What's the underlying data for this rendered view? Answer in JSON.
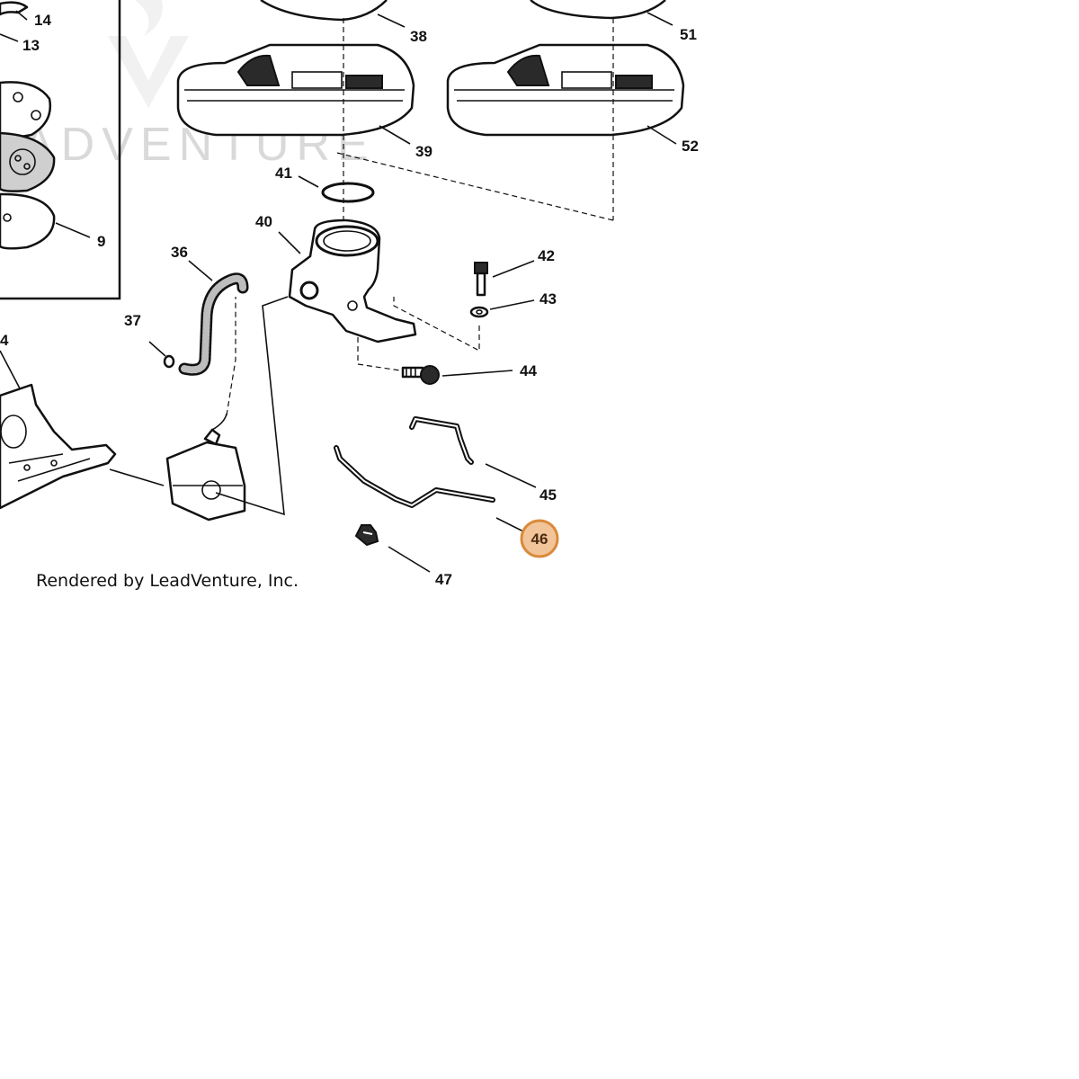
{
  "watermark": "ADVENTURE",
  "credit": "Rendered by LeadVenture, Inc.",
  "labels": {
    "p14": "14",
    "p13": "13",
    "p9": "9",
    "p4": "4",
    "p38": "38",
    "p51": "51",
    "p39": "39",
    "p52": "52",
    "p41": "41",
    "p40": "40",
    "p36": "36",
    "p37": "37",
    "p42": "42",
    "p43": "43",
    "p44": "44",
    "p45": "45",
    "p46": "46",
    "p47": "47"
  },
  "highlight": {
    "part": "46",
    "fill": "#f2c49a",
    "stroke": "#d98a3a"
  }
}
